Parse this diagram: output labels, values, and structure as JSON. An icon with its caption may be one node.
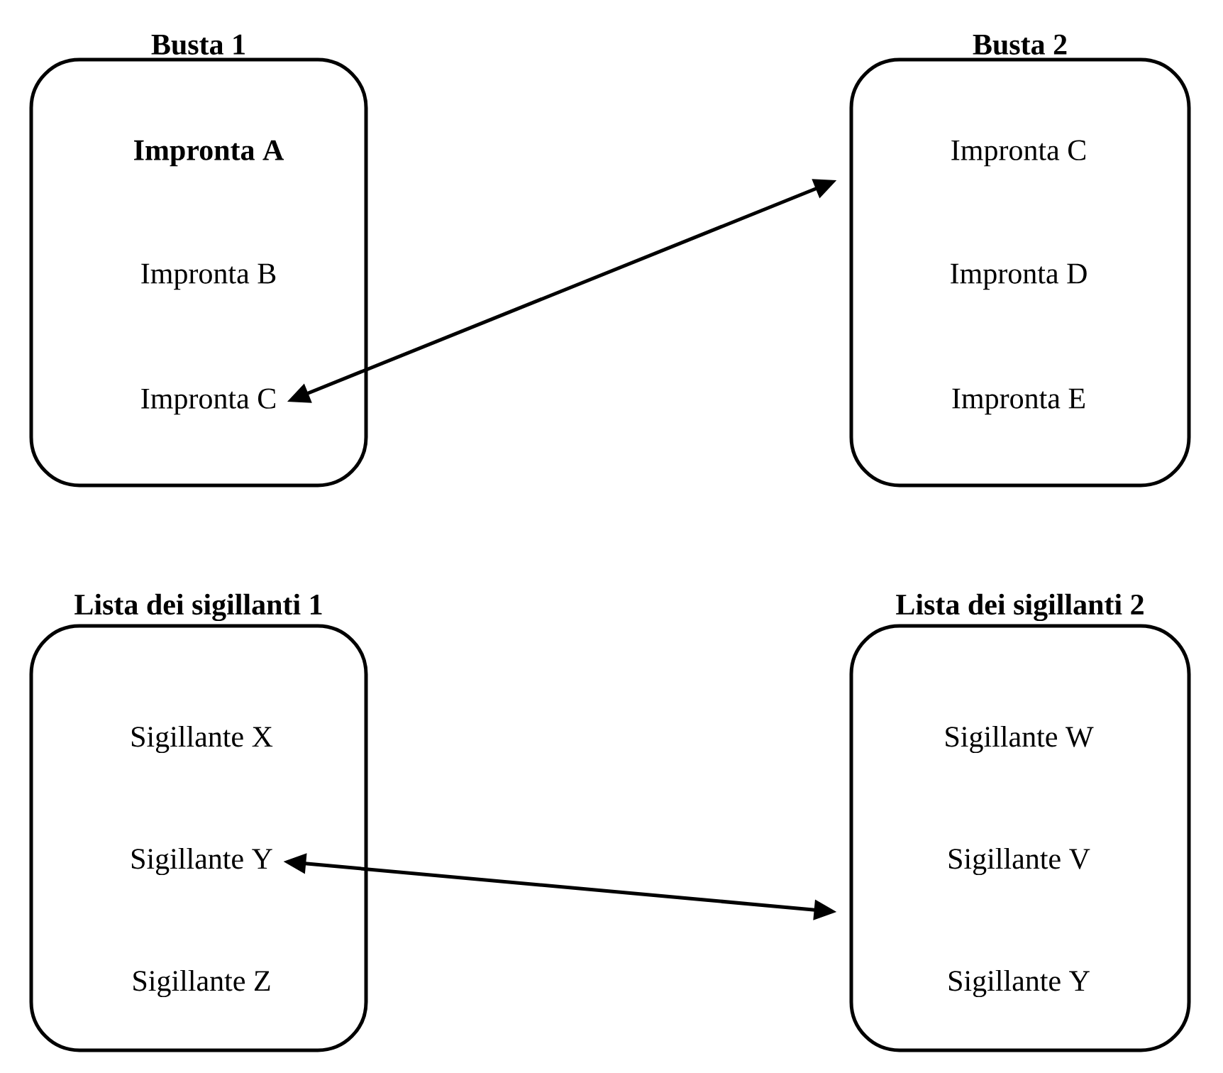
{
  "diagram": {
    "nodes": [
      {
        "text": [
          "Busta 1"
        ]
      },
      {
        "text": [
          "Impronta A"
        ],
        "in": 0
      },
      {
        "text": [
          "Impronta B"
        ],
        "in": 0
      },
      {
        "text": [
          "Impronta C"
        ],
        "in": 0
      },
      {
        "text": [
          "Busta 2"
        ]
      },
      {
        "text": [
          "Impronta C"
        ],
        "in": 4
      },
      {
        "text": [
          "Impronta D"
        ],
        "in": 4
      },
      {
        "text": [
          "Impronta E"
        ],
        "in": 4
      },
      {
        "text": [
          "Lista dei sigillanti 1"
        ]
      },
      {
        "text": [
          "Sigillante X"
        ],
        "in": 8
      },
      {
        "text": [
          "Sigillante Y"
        ],
        "in": 8
      },
      {
        "text": [
          "Sigillante Z"
        ],
        "in": 8
      },
      {
        "text": [
          "Lista dei sigillanti 2"
        ]
      },
      {
        "text": [
          "Sigillante W"
        ],
        "in": 12
      },
      {
        "text": [
          "Sigillante V"
        ],
        "in": 12
      },
      {
        "text": [
          "Sigillante Y"
        ],
        "in": 12
      }
    ],
    "edges": [
      {
        "from": 3,
        "to": 4,
        "arrow": "both"
      },
      {
        "from": 10,
        "to": 12,
        "arrow": "both"
      }
    ]
  }
}
